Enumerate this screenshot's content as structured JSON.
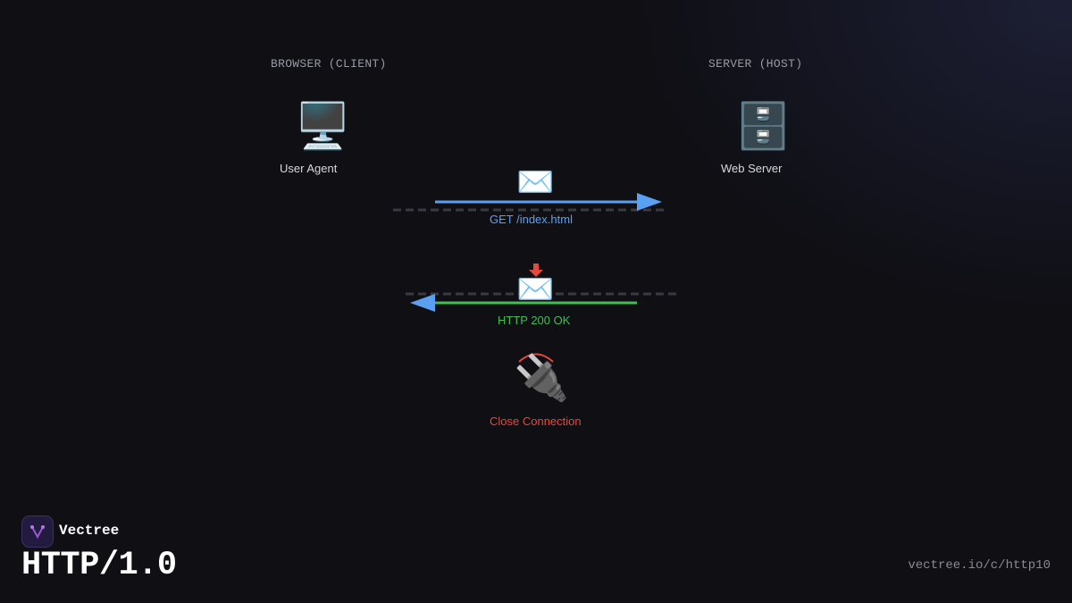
{
  "columns": {
    "client_heading": "BROWSER (CLIENT)",
    "server_heading": "SERVER (HOST)"
  },
  "nodes": {
    "client": {
      "label": "User Agent",
      "icon": "desktop-computer-icon"
    },
    "server": {
      "label": "Web Server",
      "icon": "file-cabinet-icon"
    }
  },
  "messages": {
    "request": {
      "label": "GET /index.html",
      "color": "#5aa0f2",
      "icon": "envelope-icon"
    },
    "response": {
      "label": "HTTP 200 OK",
      "color": "#3fbf55",
      "icon": "incoming-envelope-icon"
    },
    "close": {
      "label": "Close Connection",
      "color": "#e5483c",
      "icon": "plug-icon"
    }
  },
  "brand": {
    "name": "Vectree",
    "title": "HTTP/1.0",
    "url": "vectree.io/c/http10",
    "accent": "#9b59d0"
  }
}
